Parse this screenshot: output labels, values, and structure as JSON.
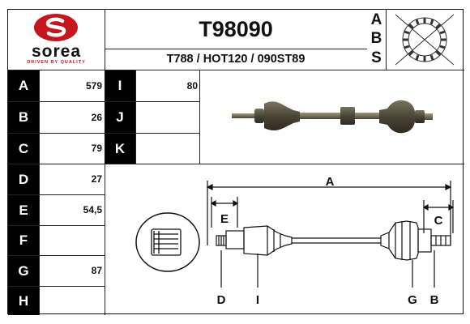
{
  "brand": {
    "name": "sorea",
    "tagline": "DRIVEN BY QUALITY",
    "colors": {
      "red": "#c4161c",
      "black": "#111111"
    }
  },
  "part": {
    "number": "T98090",
    "references": "T788 / HOT120 / 090ST89"
  },
  "abs_letters": [
    "A",
    "B",
    "S"
  ],
  "dimensions_left": [
    {
      "letter": "A",
      "value": "579"
    },
    {
      "letter": "B",
      "value": "26"
    },
    {
      "letter": "C",
      "value": "79"
    },
    {
      "letter": "D",
      "value": "27"
    },
    {
      "letter": "E",
      "value": "54,5"
    },
    {
      "letter": "F",
      "value": ""
    },
    {
      "letter": "G",
      "value": "87"
    },
    {
      "letter": "H",
      "value": ""
    }
  ],
  "dimensions_right": [
    {
      "letter": "I",
      "value": "80"
    },
    {
      "letter": "J",
      "value": ""
    },
    {
      "letter": "K",
      "value": ""
    }
  ],
  "diagram_labels": {
    "a": "A",
    "e": "E",
    "c": "C",
    "d": "D",
    "i": "I",
    "g": "G",
    "b": "B"
  }
}
